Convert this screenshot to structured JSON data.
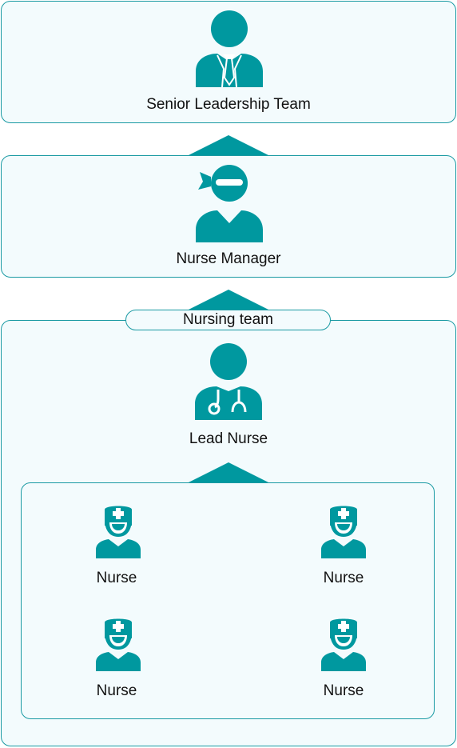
{
  "colors": {
    "accent": "#00989f",
    "border": "#1a9aa3",
    "box_fill": "#f3fbfd"
  },
  "senior": {
    "label": "Senior Leadership Team",
    "icon": "businessman-icon"
  },
  "manager": {
    "label": "Nurse Manager",
    "icon": "nurse-manager-icon"
  },
  "team": {
    "title": "Nursing team",
    "lead": {
      "label": "Lead Nurse",
      "icon": "doctor-stethoscope-icon"
    },
    "nurses": [
      {
        "label": "Nurse",
        "icon": "nurse-icon"
      },
      {
        "label": "Nurse",
        "icon": "nurse-icon"
      },
      {
        "label": "Nurse",
        "icon": "nurse-icon"
      },
      {
        "label": "Nurse",
        "icon": "nurse-icon"
      }
    ]
  }
}
